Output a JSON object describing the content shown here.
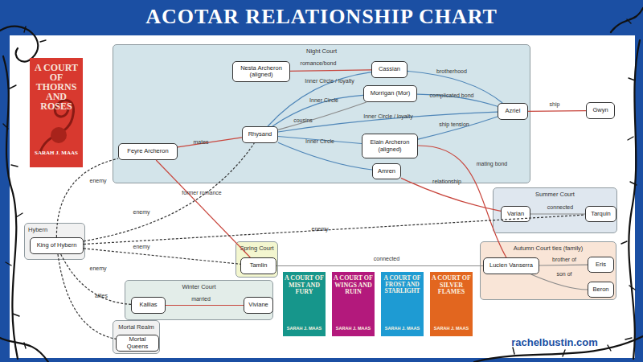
{
  "diagram": {
    "title": "ACOTAR RELATIONSHIP CHART",
    "nodes": [
      {
        "text": [
          "Night Court"
        ]
      },
      {
        "text": [
          "Nesta Archeron (aligned)"
        ],
        "in": 0
      },
      {
        "text": [
          "Cassian"
        ],
        "in": 0
      },
      {
        "text": [
          "Morrigan (Mor)"
        ],
        "in": 0
      },
      {
        "text": [
          "Azriel"
        ],
        "in": 0
      },
      {
        "text": [
          "Gwyn"
        ]
      },
      {
        "text": [
          "Rhysand"
        ],
        "in": 0
      },
      {
        "text": [
          "Feyre Archeron"
        ],
        "in": 0
      },
      {
        "text": [
          "Elain Archeron (aligned)"
        ],
        "in": 0
      },
      {
        "text": [
          "Amren"
        ],
        "in": 0
      },
      {
        "text": [
          "Summer Court"
        ]
      },
      {
        "text": [
          "Varian"
        ],
        "in": 10
      },
      {
        "text": [
          "Tarquin"
        ],
        "in": 10
      },
      {
        "text": [
          "Hybern"
        ]
      },
      {
        "text": [
          "King of Hybern"
        ],
        "in": 13
      },
      {
        "text": [
          "Spring Court"
        ]
      },
      {
        "text": [
          "Tamlin"
        ],
        "in": 15
      },
      {
        "text": [
          "Autumn Court ties (family)"
        ]
      },
      {
        "text": [
          "Lucien Vanserra"
        ],
        "in": 17
      },
      {
        "text": [
          "Eris"
        ],
        "in": 17
      },
      {
        "text": [
          "Beron"
        ],
        "in": 17
      },
      {
        "text": [
          "Winter Court"
        ]
      },
      {
        "text": [
          "Kallias"
        ],
        "in": 21
      },
      {
        "text": [
          "Viviane"
        ],
        "in": 21
      },
      {
        "text": [
          "Mortal Realm"
        ]
      },
      {
        "text": [
          "Mortal Queens"
        ],
        "in": 24
      }
    ],
    "edges": [
      {
        "from": 1,
        "to": 2,
        "arrow": "none",
        "label": "romance/bond"
      },
      {
        "from": 6,
        "to": 2,
        "arrow": "none",
        "label": "Inner Circle / loyalty"
      },
      {
        "from": 2,
        "to": 4,
        "arrow": "none",
        "label": "brotherhood"
      },
      {
        "from": 6,
        "to": 3,
        "arrow": "none",
        "label": "Inner Circle"
      },
      {
        "from": 6,
        "to": 3,
        "arrow": "none",
        "label": "cousins"
      },
      {
        "from": 3,
        "to": 4,
        "arrow": "none",
        "label": "complicated bond"
      },
      {
        "from": 6,
        "to": 4,
        "arrow": "none",
        "label": "Inner Circle / loyalty"
      },
      {
        "from": 8,
        "to": 4,
        "arrow": "none",
        "label": "ship tension"
      },
      {
        "from": 6,
        "to": 8,
        "arrow": "none",
        "label": "Inner Circle"
      },
      {
        "from": 6,
        "to": 9,
        "arrow": "none"
      },
      {
        "from": 4,
        "to": 5,
        "arrow": "none",
        "label": "ship"
      },
      {
        "from": 7,
        "to": 6,
        "arrow": "none",
        "label": "mates"
      },
      {
        "from": 7,
        "to": 16,
        "arrow": "none",
        "label": "former romance"
      },
      {
        "from": 8,
        "to": 18,
        "arrow": "none",
        "label": "mating bond"
      },
      {
        "from": 9,
        "to": 11,
        "arrow": "none",
        "label": "relationship"
      },
      {
        "from": 11,
        "to": 12,
        "arrow": "none",
        "label": "connected"
      },
      {
        "from": 16,
        "to": 18,
        "arrow": "none",
        "label": "connected"
      },
      {
        "from": 18,
        "to": 19,
        "arrow": "none",
        "label": "brother of"
      },
      {
        "from": 18,
        "to": 20,
        "arrow": "none",
        "label": "son of"
      },
      {
        "from": 14,
        "to": 7,
        "arrow": "none",
        "label": "enemy"
      },
      {
        "from": 14,
        "to": 6,
        "arrow": "none",
        "label": "enemy"
      },
      {
        "from": 14,
        "to": 12,
        "arrow": "none",
        "label": "enemy"
      },
      {
        "from": 14,
        "to": 16,
        "arrow": "none",
        "label": "enemy"
      },
      {
        "from": 14,
        "to": 22,
        "arrow": "none",
        "label": "enemy"
      },
      {
        "from": 14,
        "to": 25,
        "arrow": "none",
        "label": "allies"
      },
      {
        "from": 22,
        "to": 23,
        "arrow": "none",
        "label": "married"
      }
    ],
    "labels": [
      "A COURT OF THORNS AND ROSES",
      "SARAH J. MAAS",
      "A COURT OF MIST AND FURY",
      "SARAH J. MAAS",
      "A COURT OF WINGS AND RUIN",
      "SARAH J. MAAS",
      "A COURT OF FROST AND STARLIGHT",
      "SARAH J. MAAS",
      "A COURT OF SILVER FLAMES",
      "SARAH J. MAAS",
      "rachelbustin.com"
    ]
  }
}
